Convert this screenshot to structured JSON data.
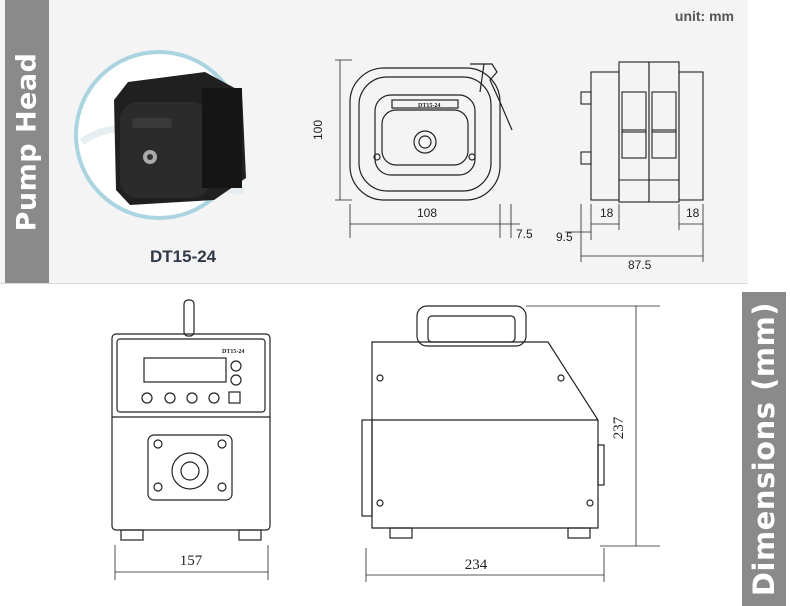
{
  "labels": {
    "pump_head": "Pump Head",
    "dimensions": "Dimensions (mm)",
    "unit": "unit: mm",
    "model": "DT15-24",
    "brand": "DT15-24"
  },
  "pump_head_dims": {
    "height": "100",
    "width": "108",
    "lever_offset": "7.5",
    "side_left_offset": "9.5",
    "side_seg_left": "18",
    "side_seg_right": "18",
    "side_total": "87.5"
  },
  "pump_dims": {
    "front_width": "157",
    "side_height": "237",
    "side_depth": "234"
  },
  "colors": {
    "tab_gray": "#8a8a8a",
    "photo_ring": "#a9d4e0",
    "line": "#222222"
  }
}
